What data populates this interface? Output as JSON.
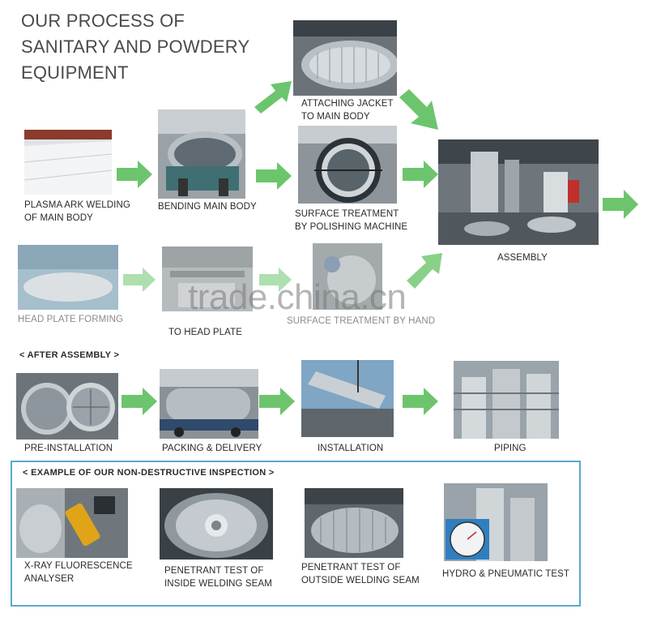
{
  "title": [
    "OUR PROCESS OF",
    "SANITARY AND POWDERY",
    "EQUIPMENT"
  ],
  "steps": {
    "plasma": [
      "PLASMA ARK WELDING",
      "OF MAIN BODY"
    ],
    "bending": [
      "BENDING MAIN BODY"
    ],
    "jacket": [
      "ATTACHING JACKET",
      "TO MAIN BODY"
    ],
    "surface": [
      "SURFACE TREATMENT",
      "BY POLISHING MACHINE"
    ],
    "assembly": [
      "ASSEMBLY"
    ],
    "head_plate_forming": [
      "HEAD PLATE FORMING"
    ],
    "to_head_plate": [
      "TO HEAD PLATE"
    ],
    "surface_by_hand": [
      "SURFACE TREATMENT BY HAND"
    ]
  },
  "after_assembly": {
    "heading": "< AFTER ASSEMBLY >",
    "pre_installation": "PRE-INSTALLATION",
    "packing": "PACKING & DELIVERY",
    "installation": "INSTALLATION",
    "piping": "PIPING"
  },
  "inspection": {
    "heading": "< EXAMPLE OF OUR NON-DESTRUCTIVE INSPECTION >",
    "xray": [
      "X-RAY FLUORESCENCE",
      "ANALYSER"
    ],
    "penetrant_inside": [
      "PENETRANT TEST OF",
      "INSIDE WELDING SEAM"
    ],
    "penetrant_outside": [
      "PENETRANT TEST OF",
      "OUTSIDE WELDING SEAM"
    ],
    "hydro": [
      "HYDRO & PNEUMATIC TEST"
    ]
  },
  "watermark": "trade.china.cn",
  "colors": {
    "arrow": "#6cc56c",
    "border": "#5aa9cf"
  }
}
